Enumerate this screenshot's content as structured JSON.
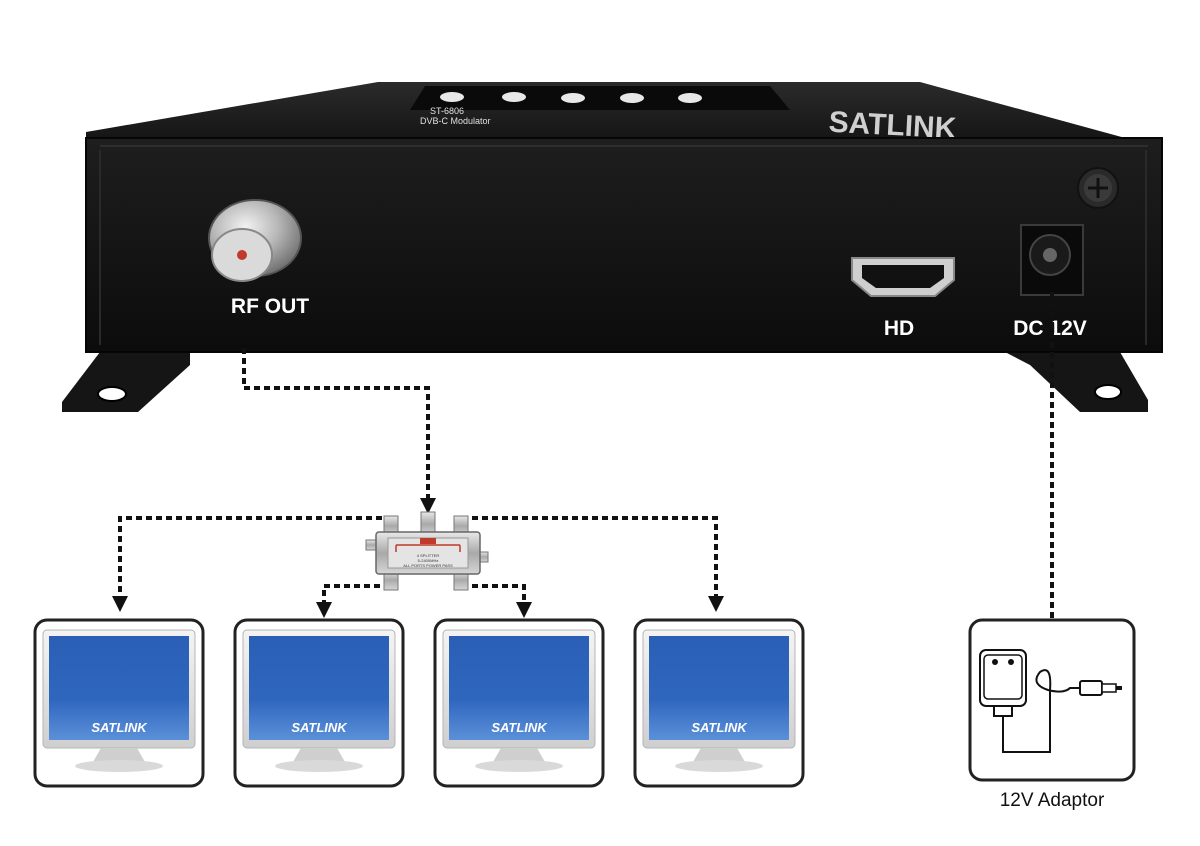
{
  "device": {
    "brand": "SATLINK",
    "panel_text_1": "ST-6806",
    "panel_text_2": "DVB-C Modulator",
    "rf_out_label": "RF OUT",
    "hdmi_label": "HD",
    "dc_label": "DC 12V"
  },
  "splitter": {
    "text_1": "4 SPLITTER",
    "text_2": "5-2400MHz",
    "text_3": "ALL PORTS POWER PASS"
  },
  "tvs": [
    {
      "screen_logo": "SATLINK"
    },
    {
      "screen_logo": "SATLINK"
    },
    {
      "screen_logo": "SATLINK"
    },
    {
      "screen_logo": "SATLINK"
    }
  ],
  "adaptor": {
    "label": "12V Adaptor"
  },
  "colors": {
    "device_body": "#141414",
    "screen_blue": "#2a5cb0",
    "wire": "#111111",
    "frame_border": "#222222"
  }
}
